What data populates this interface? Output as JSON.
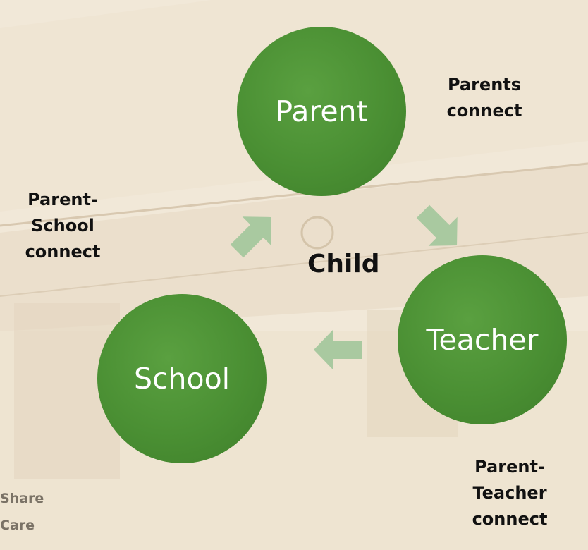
{
  "diagram": {
    "center_label": "Child",
    "nodes": {
      "parent": "Parent",
      "teacher": "Teacher",
      "school": "School"
    },
    "connections": {
      "parents": "Parents connect",
      "parent_teacher": "Parent- Teacher connect",
      "parent_school": "Parent- School connect"
    },
    "colors": {
      "node_fill": "#4a8f33",
      "arrow_fill": "#a9c9a0"
    }
  },
  "background": {
    "corner_text": [
      "Share",
      "Care"
    ]
  }
}
